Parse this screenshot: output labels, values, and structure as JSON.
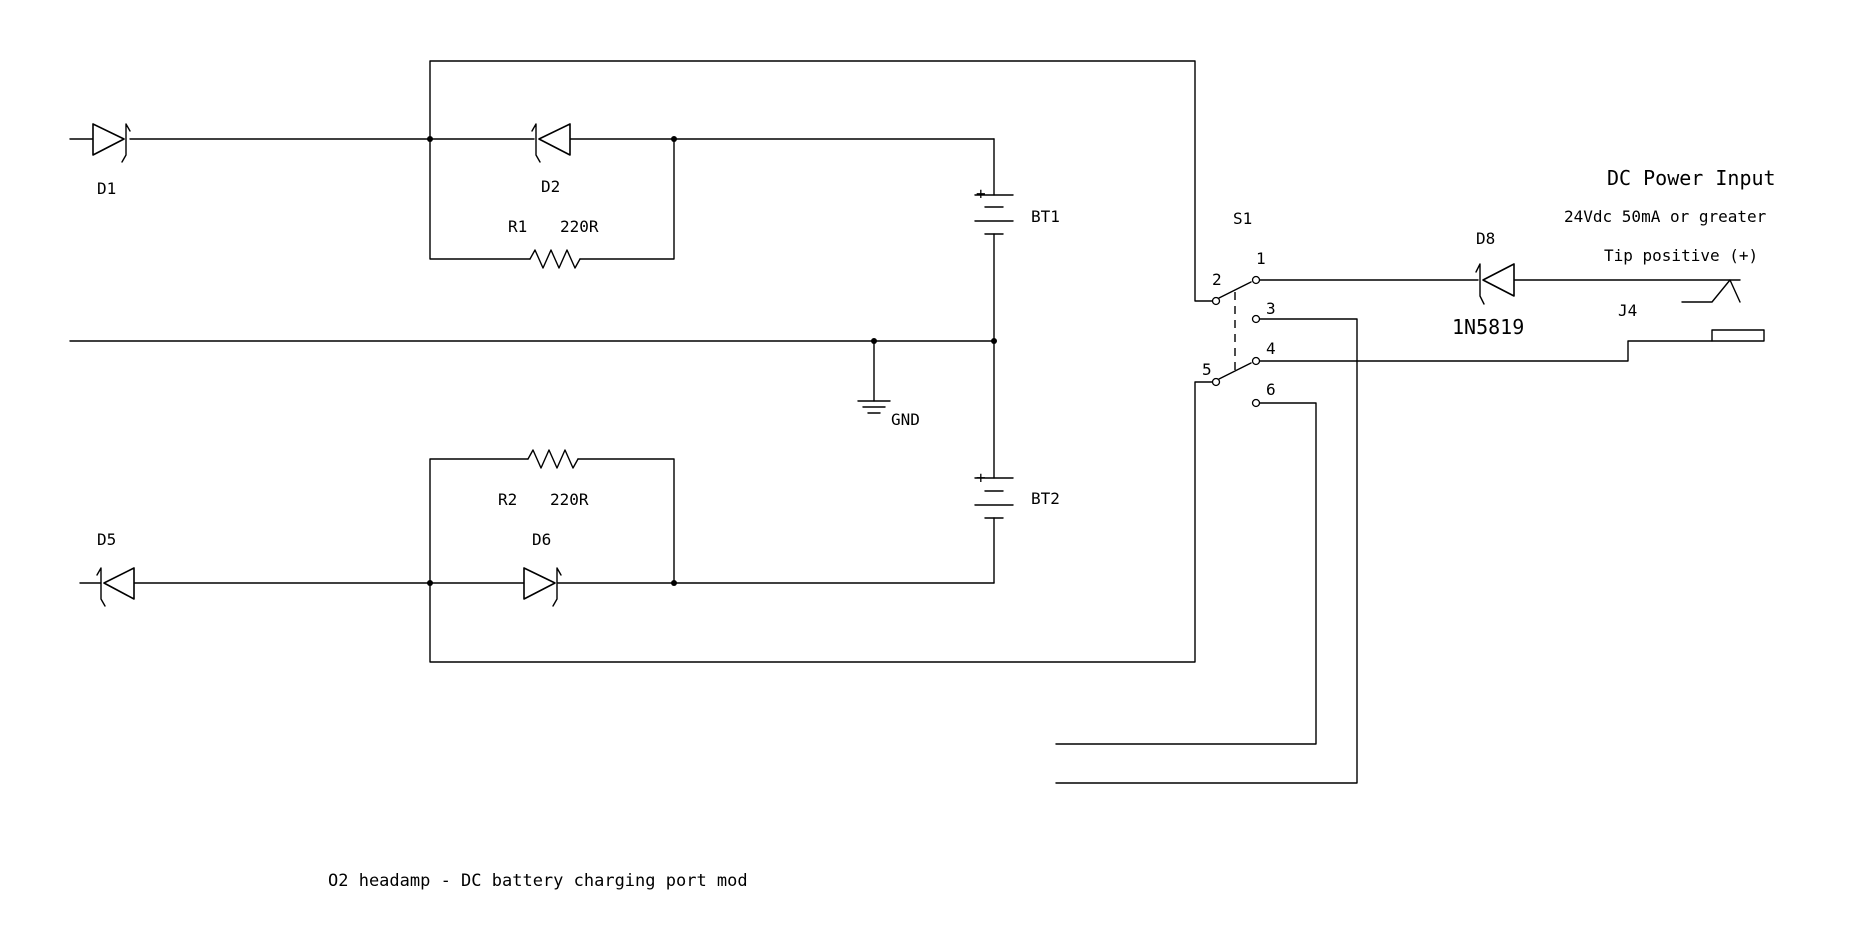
{
  "components": {
    "D1": "D1",
    "D2": "D2",
    "R1": "R1",
    "R1_value": "220R",
    "BT1": "BT1",
    "GND": "GND",
    "R2": "R2",
    "R2_value": "220R",
    "D5": "D5",
    "D6": "D6",
    "BT2": "BT2",
    "S1": "S1",
    "D8": "D8",
    "D8_part": "1N5819",
    "J4": "J4"
  },
  "switch_pins": {
    "p1": "1",
    "p2": "2",
    "p3": "3",
    "p4": "4",
    "p5": "5",
    "p6": "6"
  },
  "polarity": {
    "bt1_plus": "+",
    "bt2_plus": "+"
  },
  "power_input": {
    "title": "DC Power Input",
    "rating": "24Vdc 50mA or greater",
    "polarity": "Tip positive (+)"
  },
  "caption": "O2 headamp - DC battery charging port mod"
}
